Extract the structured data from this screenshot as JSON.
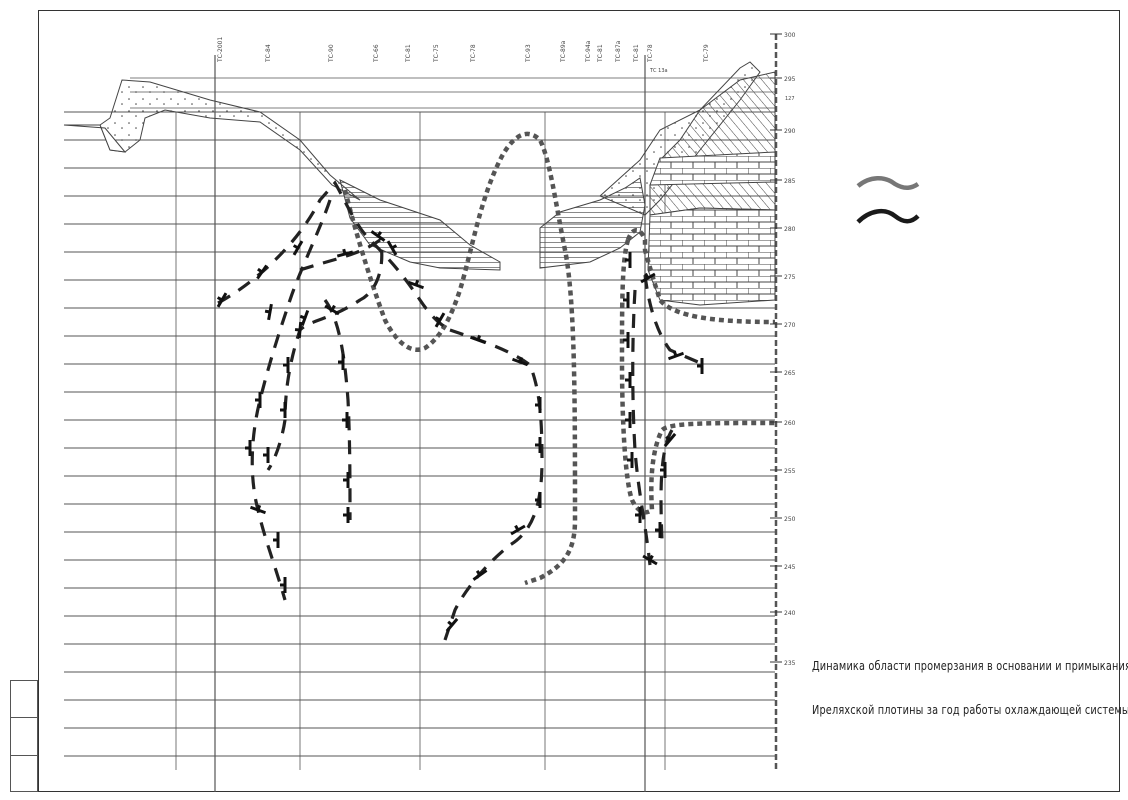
{
  "sheet": {
    "caption_line1": "Динамика области промерзания в основании и примыкания",
    "caption_line2": "Иреляхской плотины за год работы охлаждающей системы",
    "footer_text": "",
    "colors": {
      "line": "#333333",
      "isotherm_old": "#777777",
      "isotherm_new": "#1a1a1a"
    }
  },
  "legend": {
    "title": "",
    "item1": "",
    "item2": "",
    "item3": ""
  },
  "boreholes": {
    "labels": [
      "ТС-2001",
      "ТС-84",
      "ТС-90",
      "ТС-66",
      "ТС-81",
      "ТС-75",
      "ТС-78",
      "ТС-93",
      "ТС-89а",
      "ТС-94а",
      "ТС-81",
      "ТС-87а",
      "ТС-81",
      "ТС-78",
      "ТС-79"
    ]
  },
  "elevations": {
    "labels": [
      "300",
      "295",
      "290",
      "285",
      "280",
      "275",
      "270",
      "265",
      "260",
      "255",
      "250",
      "245",
      "240",
      "235"
    ],
    "extra_label": "127"
  },
  "annotations": {
    "dam_crest": "",
    "dam_level2": "",
    "dam_level3": "",
    "tc_label": "ТС 13а"
  }
}
